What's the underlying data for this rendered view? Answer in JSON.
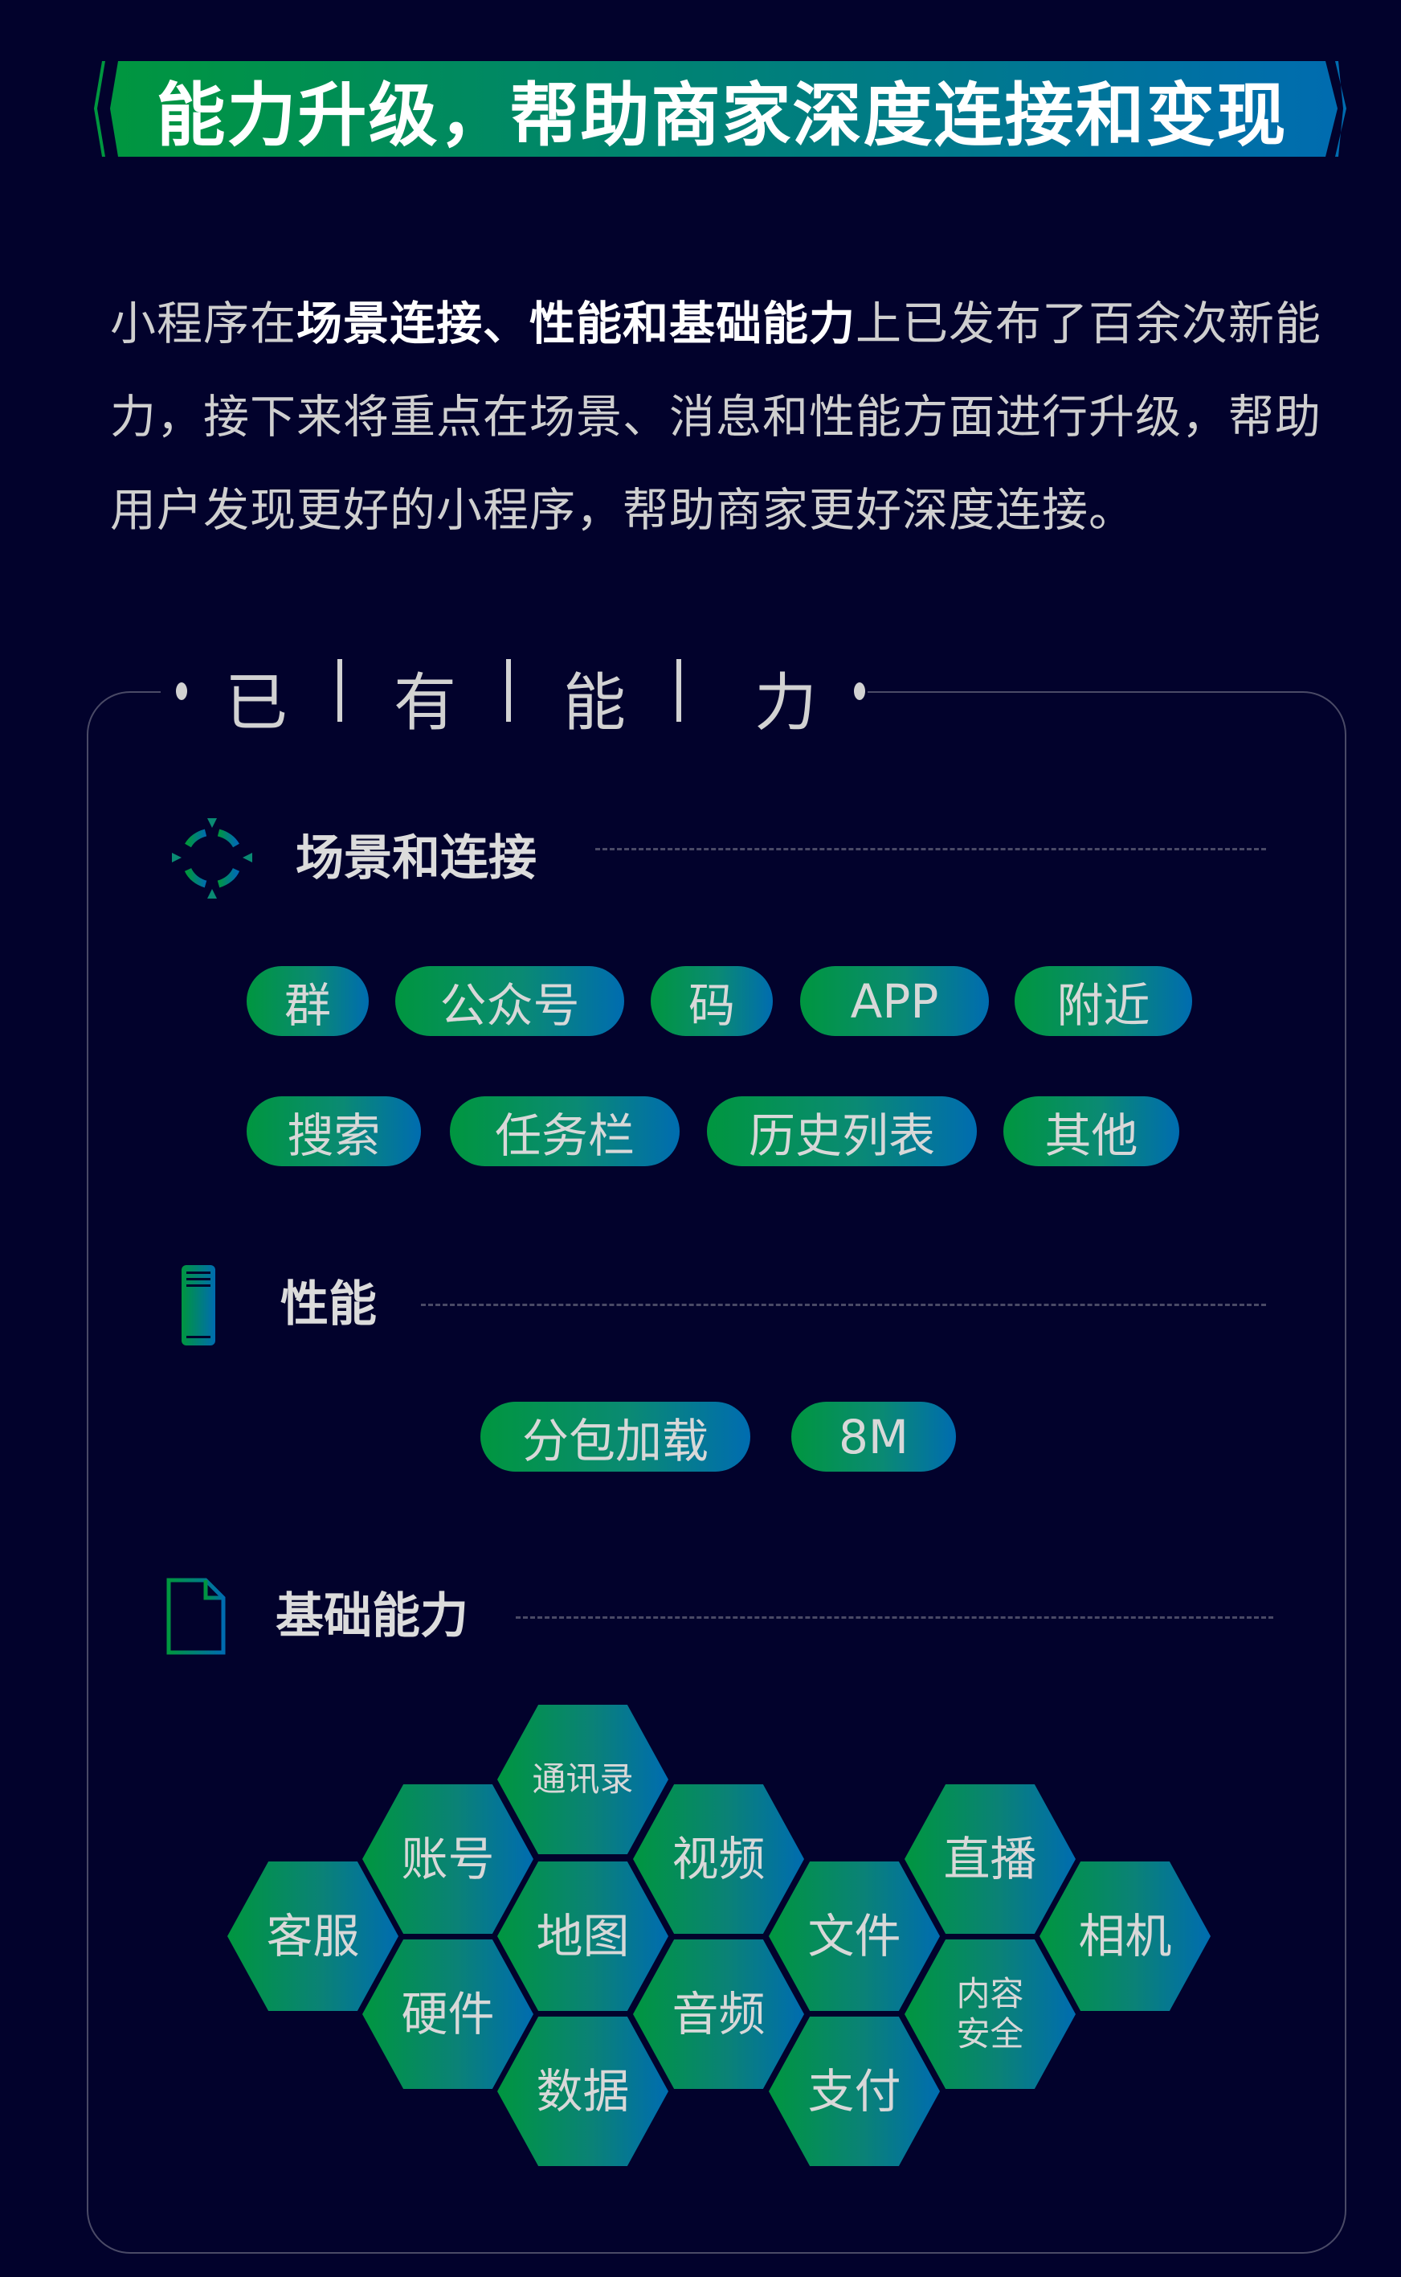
{
  "banner": {
    "title": "能力升级，帮助商家深度连接和变现"
  },
  "intro": {
    "p1": "小程序在",
    "b1": "场景连接、性能和基础能力",
    "p2": "上已发布了百余次新能力，接下来将重点在场景、消息和性能方面进行升级，帮助用户发现更好的小程序，帮助商家更好深度连接。"
  },
  "section_heading": {
    "chars": [
      "已",
      "有",
      "能",
      "力"
    ]
  },
  "sections": [
    {
      "title": "场景和连接",
      "icon": "scene-connect-icon",
      "tags": [
        "群",
        "公众号",
        "码",
        "APP",
        "附近",
        "搜索",
        "任务栏",
        "历史列表",
        "其他"
      ]
    },
    {
      "title": "性能",
      "icon": "server-icon",
      "tags": [
        "分包加载",
        "8M"
      ]
    },
    {
      "title": "基础能力",
      "icon": "document-icon",
      "hexes": [
        "通讯录",
        "账号",
        "客服",
        "地图",
        "硬件",
        "数据",
        "视频",
        "音频",
        "文件",
        "支付",
        "直播",
        "内容安全",
        "相机"
      ]
    }
  ],
  "colors": {
    "bg": "#02022c",
    "green": "#00963f",
    "blue": "#006cb0"
  }
}
